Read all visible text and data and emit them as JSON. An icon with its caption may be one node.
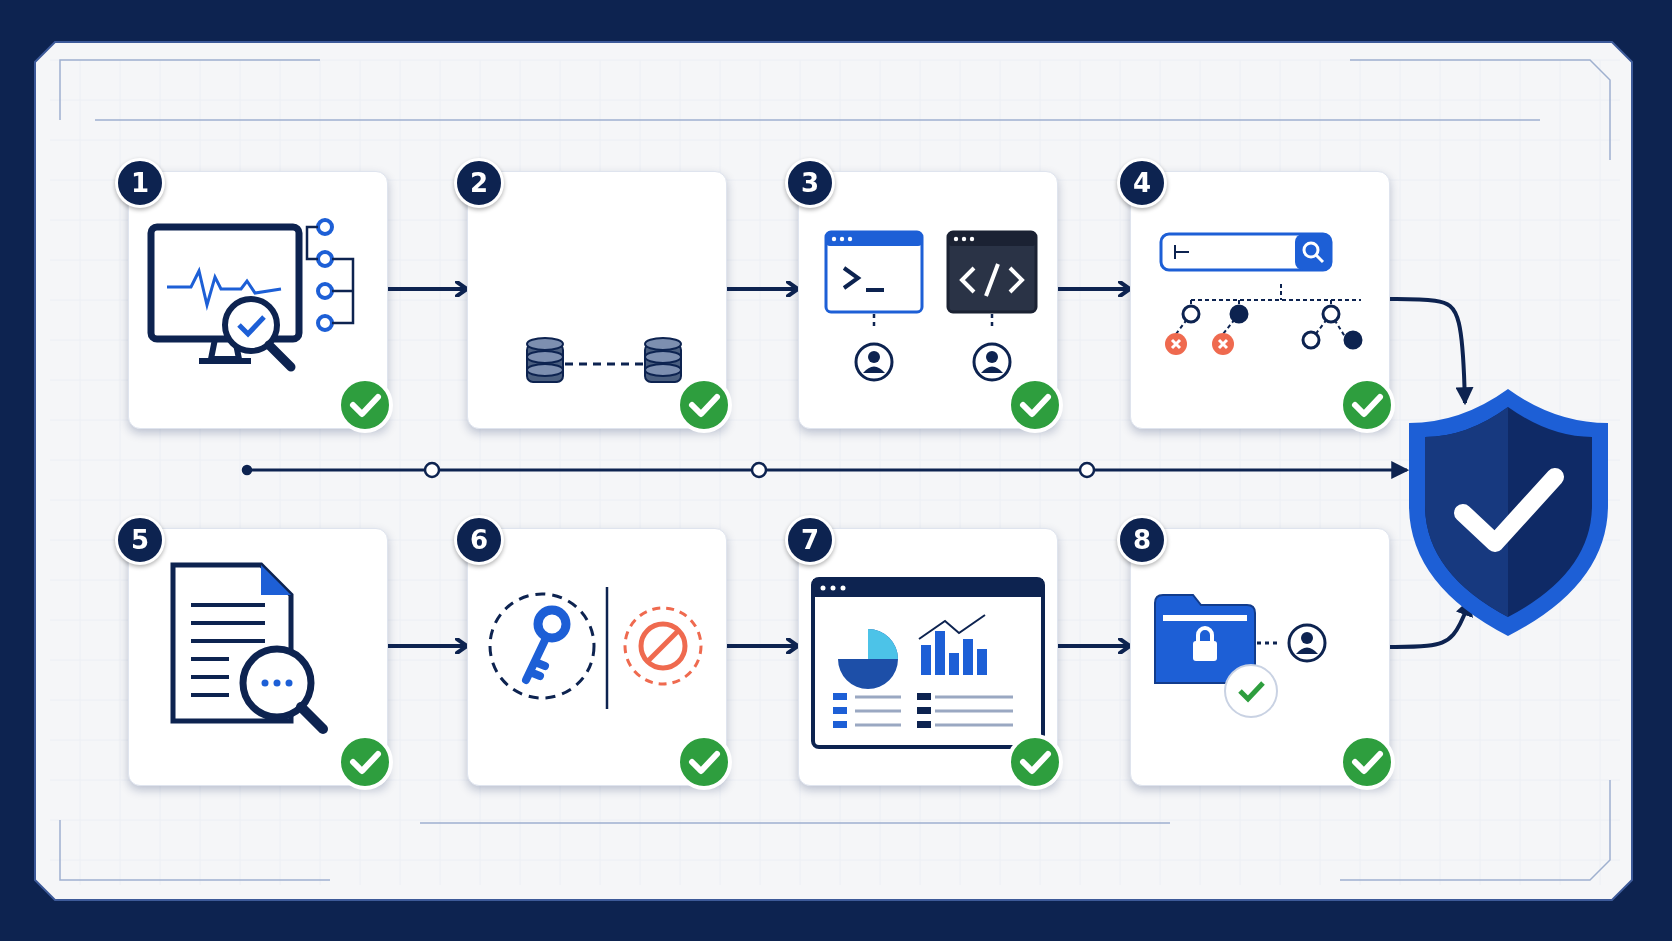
{
  "diagram": {
    "nodes": [
      {
        "text": [
          "1"
        ]
      },
      {
        "text": [
          "2"
        ]
      },
      {
        "text": [
          "3"
        ]
      },
      {
        "text": [
          "4"
        ]
      },
      {
        "text": [
          "5"
        ]
      },
      {
        "text": [
          "6"
        ]
      },
      {
        "text": [
          "7"
        ]
      },
      {
        "text": [
          "8"
        ]
      },
      {
        "text": [],
        "shape": "picture"
      }
    ],
    "edges": [
      {
        "from": 0,
        "to": 1,
        "arrow": "to"
      },
      {
        "from": 1,
        "to": 2,
        "arrow": "to"
      },
      {
        "from": 2,
        "to": 3,
        "arrow": "to"
      },
      {
        "from": 3,
        "to": 8,
        "arrow": "to"
      },
      {
        "from": 4,
        "to": 5,
        "arrow": "to"
      },
      {
        "from": 5,
        "to": 6,
        "arrow": "to"
      },
      {
        "from": 6,
        "to": 7,
        "arrow": "to"
      },
      {
        "from": 7,
        "to": 8,
        "arrow": "to"
      },
      {
        "from": null,
        "to": 8,
        "arrow": "to"
      }
    ]
  }
}
